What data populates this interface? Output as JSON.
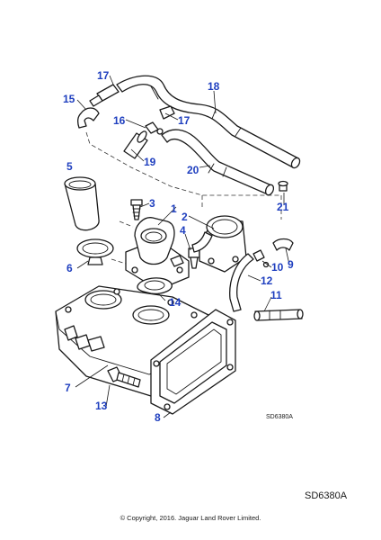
{
  "diagram": {
    "drawing_code": "SD6380A",
    "callouts": [
      "1",
      "2",
      "3",
      "4",
      "5",
      "6",
      "7",
      "8",
      "9",
      "10",
      "11",
      "12",
      "13",
      "14",
      "15",
      "16",
      "17",
      "17",
      "18",
      "19",
      "20",
      "21"
    ]
  },
  "footer": {
    "reference": "SD6380A",
    "copyright": "© Copyright, 2016. Jaguar Land Rover Limited."
  }
}
